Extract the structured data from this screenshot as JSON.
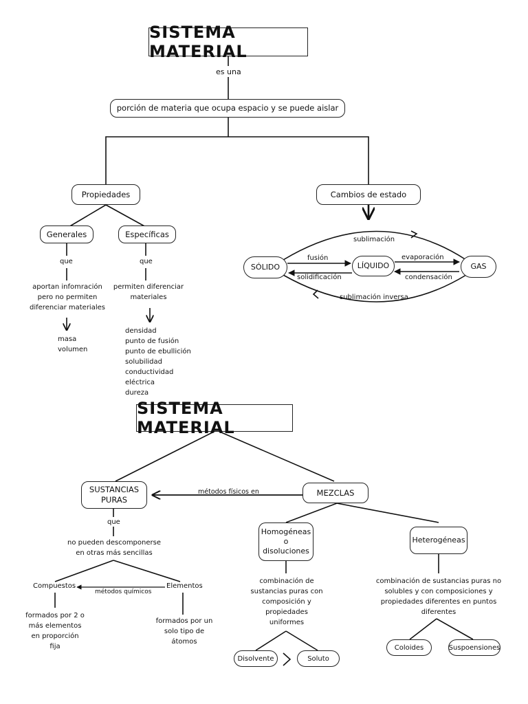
{
  "top": {
    "title": "SISTEMA MATERIAL",
    "link_es_una": "es una",
    "definition": "porción de materia que ocupa espacio y se puede aislar",
    "propiedades": "Propiedades",
    "cambios": "Cambios de estado",
    "generales": "Generales",
    "especificas": "Específicas",
    "que_1": "que",
    "que_2": "que",
    "generales_desc": [
      "aportan infomración",
      "pero no permiten",
      "diferenciar materiales"
    ],
    "generales_examples": [
      "masa",
      "volumen"
    ],
    "especificas_desc": [
      "permiten diferenciar",
      "materiales"
    ],
    "especificas_examples": [
      "densidad",
      "punto de fusión",
      "punto de ebullición",
      "solubilidad",
      "conductividad",
      "eléctrica",
      "dureza"
    ],
    "states": {
      "solido": "SÓLIDO",
      "liquido": "LÍQUIDO",
      "gas": "GAS"
    },
    "transitions": {
      "sublimacion": "sublimación",
      "fusion": "fusión",
      "solidificacion": "solidificación",
      "evaporacion": "evaporación",
      "condensacion": "condensación",
      "sublimacion_inversa": "sublimación inversa"
    }
  },
  "bottom": {
    "title": "SISTEMA MATERIAL",
    "sustancias": [
      "SUSTANCIAS",
      "PURAS"
    ],
    "mezclas": "MEZCLAS",
    "metodos_fisicos": "métodos físicos en",
    "que": "que",
    "sustancias_desc": [
      "no pueden descomponerse",
      "en otras más sencillas"
    ],
    "compuestos": "Compuestos",
    "elementos": "Elementos",
    "metodos_quimicos": "métodos químicos",
    "compuestos_desc": [
      "formados por 2 o",
      "más elementos",
      "en proporción",
      "fija"
    ],
    "elementos_desc": [
      "formados por un",
      "solo tipo de",
      "átomos"
    ],
    "homogeneas": [
      "Homogéneas",
      "o",
      "disoluciones"
    ],
    "heterogeneas": "Heterogéneas",
    "homogeneas_desc": [
      "combinación de",
      "sustancias puras con",
      "composición y",
      "propiedades",
      "uniformes"
    ],
    "heterogeneas_desc": [
      "combinación de sustancias puras no",
      "solubles y con composiciones y",
      "propiedades diferentes en puntos",
      "diferentes"
    ],
    "disolvente": "Disolvente",
    "soluto": "Soluto",
    "coloides": "Coloides",
    "suspensiones": "Suspoensiones"
  }
}
